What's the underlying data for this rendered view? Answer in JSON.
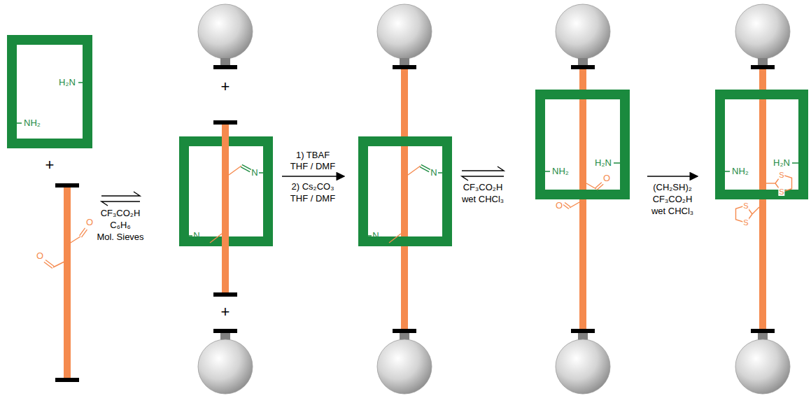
{
  "diagram": {
    "labels": [
      "H₂N",
      "NH₂",
      "O",
      "O",
      "+",
      "+",
      "N",
      "N",
      "+",
      "CF₃CO₂H",
      "C₆H₆",
      "Mol. Sieves",
      "1) TBAF",
      "THF / DMF",
      "2) Cs₂CO₃",
      "THF / DMF",
      "N",
      "N",
      "CF₃CO₂H",
      "wet CHCl₃",
      "H₂N",
      "NH₂",
      "O",
      "O",
      "(CH₂SH)₂",
      "CF₃CO₂H",
      "wet CHCl₃",
      "H₂N",
      "NH₂",
      "S",
      "S",
      "S",
      "S"
    ]
  }
}
